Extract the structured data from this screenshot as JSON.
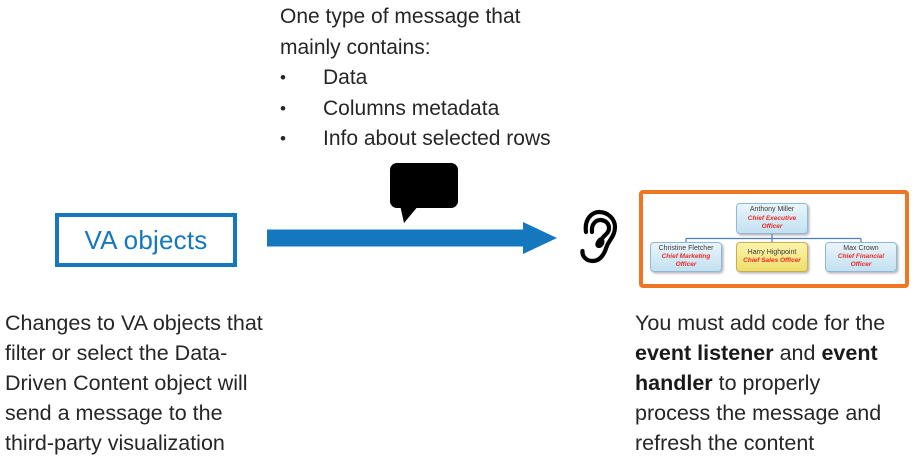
{
  "colors": {
    "ink": "#262626",
    "accent_blue": "#1577BE",
    "orange": "#EE7623",
    "node_border_blue": "#8FB8D8",
    "node_fill_blue_top": "#EAF5FC",
    "node_fill_blue_bottom": "#C3E0F1",
    "node_border_yellow": "#C9AE4B",
    "node_fill_yellow_top": "#FBF3AC",
    "node_fill_yellow_bottom": "#EEDF6C",
    "title_red": "#EE2A24",
    "connector_blue": "#4E7DC0"
  },
  "callout": {
    "lines": [
      "One type of message that",
      "mainly contains:"
    ],
    "bullet_char": "•",
    "bullets": [
      "Data",
      "Columns metadata",
      "Info about selected rows"
    ]
  },
  "source_box": {
    "label": "VA objects"
  },
  "icons": {
    "message_icon": "speech-bubble",
    "flow_icon": "right-arrow",
    "listener_icon": "ear"
  },
  "org_chart": {
    "ceo": {
      "name": "Anthony Miller",
      "title": "Chief Executive Officer"
    },
    "reports": [
      {
        "name": "Christine Fletcher",
        "title": "Chief Marketing Officer",
        "highlighted": false
      },
      {
        "name": "Harry Highpoint",
        "title": "Chief Sales Officer",
        "highlighted": true
      },
      {
        "name": "Max Crown",
        "title": "Chief Financial Officer",
        "highlighted": false
      }
    ]
  },
  "left_caption": {
    "lines": [
      "Changes to VA objects that",
      "filter or select the Data-",
      "Driven Content object will",
      "send a message to the",
      "third-party visualization"
    ]
  },
  "right_caption": {
    "rich_lines": [
      [
        {
          "text": "You must add code for the",
          "bold": false
        }
      ],
      [
        {
          "text": "event listener",
          "bold": true
        },
        {
          "text": " and ",
          "bold": false
        },
        {
          "text": "event",
          "bold": true
        }
      ],
      [
        {
          "text": "handler",
          "bold": true
        },
        {
          "text": " to properly",
          "bold": false
        }
      ],
      [
        {
          "text": "process the message and",
          "bold": false
        }
      ],
      [
        {
          "text": "refresh the content",
          "bold": false
        }
      ]
    ]
  }
}
